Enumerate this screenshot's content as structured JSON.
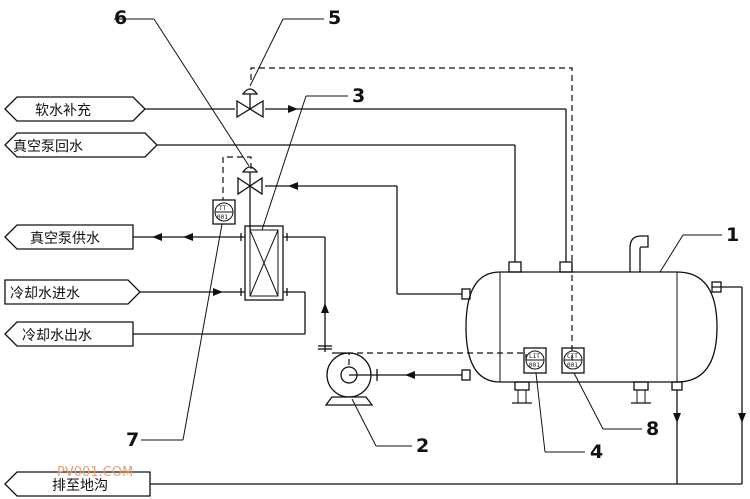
{
  "labels": {
    "soft_water": "软水补充",
    "vacuum_return": "真空泵回水",
    "vacuum_supply": "真空泵供水",
    "cooling_in": "冷却水进水",
    "cooling_out": "冷却水出水",
    "drain": "排至地沟"
  },
  "callouts": [
    "1",
    "2",
    "3",
    "4",
    "5",
    "6",
    "7",
    "8"
  ],
  "instruments": {
    "tt": {
      "tag": "TT",
      "num": "001"
    },
    "lit": {
      "tag": "LIT",
      "num": "001"
    },
    "cit": {
      "tag": "CIT",
      "num": "001"
    }
  },
  "watermark": "PV001.COM"
}
